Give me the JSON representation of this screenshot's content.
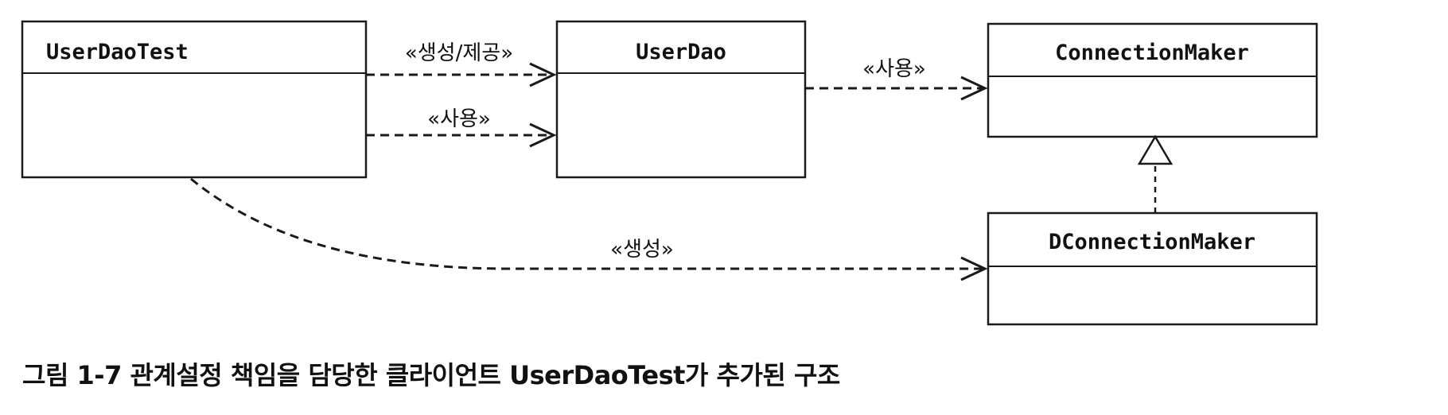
{
  "classes": {
    "user_dao_test": {
      "name": "UserDaoTest"
    },
    "user_dao": {
      "name": "UserDao"
    },
    "connection_maker": {
      "name": "ConnectionMaker"
    },
    "d_connection_maker": {
      "name": "DConnectionMaker"
    }
  },
  "relations": {
    "test_to_dao_create": {
      "label": "«생성/제공»"
    },
    "test_to_dao_use": {
      "label": "«사용»"
    },
    "dao_to_connection_use": {
      "label": "«사용»"
    },
    "test_to_dconnection_create": {
      "label": "«생성»"
    }
  },
  "caption": "그림 1-7 관계설정 책임을 담당한 클라이언트 UserDaoTest가 추가된 구조"
}
